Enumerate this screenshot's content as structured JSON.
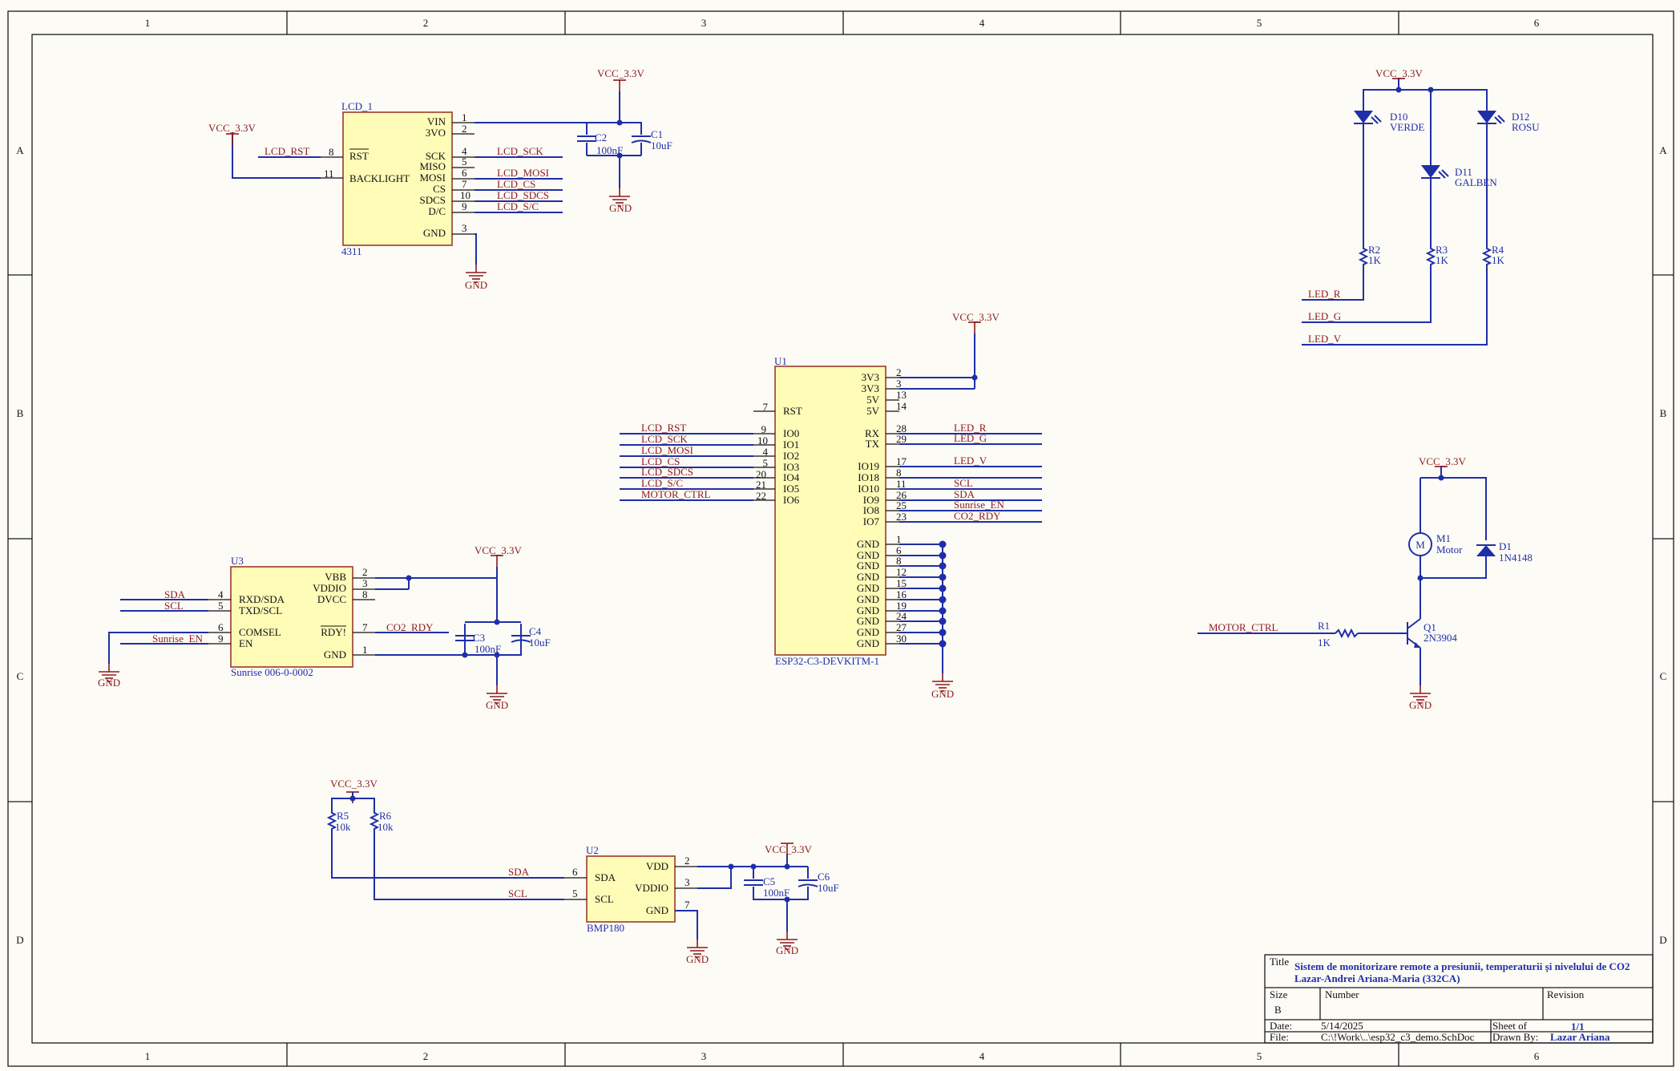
{
  "border": {
    "columns": [
      "1",
      "2",
      "3",
      "4",
      "5",
      "6"
    ],
    "rows": [
      "A",
      "B",
      "C",
      "D"
    ]
  },
  "title_block": {
    "title_label": "Title",
    "title_line1": "Sistem de monitorizare remote a presiunii, temperaturii și nivelului de CO2",
    "title_line2": "Lazar-Andrei Ariana-Maria  (332CA)",
    "size_label": "Size",
    "size_value": "B",
    "number_label": "Number",
    "revision_label": "Revision",
    "date_label": "Date:",
    "date_value": "5/14/2025",
    "sheet_label": "Sheet    of",
    "sheet_value": "1/1",
    "file_label": "File:",
    "file_value": "C:\\!Work\\..\\esp32_c3_demo.SchDoc",
    "drawn_label": "Drawn By:",
    "drawn_value": "Lazar Ariana"
  },
  "lcd": {
    "designator": "LCD_1",
    "part": "4311",
    "pins_left": [
      "RST",
      "BACKLIGHT"
    ],
    "pins_right": [
      "VIN",
      "3VO",
      "SCK",
      "MISO",
      "MOSI",
      "CS",
      "SDCS",
      "D/C",
      "GND"
    ],
    "nums": [
      "1",
      "2",
      "4",
      "5",
      "6",
      "7",
      "10",
      "9",
      "3",
      "8",
      "11"
    ],
    "nets": [
      "LCD_SCK",
      "LCD_MOSI",
      "LCD_CS",
      "LCD_SDCS",
      "LCD_S/C",
      "LCD_RST"
    ]
  },
  "u1": {
    "designator": "U1",
    "part": "ESP32-C3-DEVKITM-1",
    "pins_left": [
      "RST",
      "IO0",
      "IO1",
      "IO2",
      "IO3",
      "IO4",
      "IO5",
      "IO6"
    ],
    "nums_left": [
      "7",
      "9",
      "10",
      "4",
      "5",
      "20",
      "21",
      "22"
    ],
    "nets_left": [
      "LCD_RST",
      "LCD_SCK",
      "LCD_MOSI",
      "LCD_CS",
      "LCD_SDCS",
      "LCD_S/C",
      "MOTOR_CTRL"
    ],
    "pins_right": [
      "3V3",
      "3V3",
      "5V",
      "5V",
      "RX",
      "TX",
      "IO19",
      "IO18",
      "IO10",
      "IO9",
      "IO8",
      "IO7",
      "GND",
      "GND",
      "GND",
      "GND",
      "GND",
      "GND",
      "GND",
      "GND",
      "GND",
      "GND"
    ],
    "nums_right": [
      "2",
      "3",
      "13",
      "14",
      "28",
      "29",
      "17",
      "8",
      "11",
      "26",
      "25",
      "23",
      "1",
      "6",
      "8",
      "12",
      "15",
      "16",
      "19",
      "24",
      "27",
      "30"
    ],
    "nets_right": [
      "LED_R",
      "LED_G",
      "LED_V",
      "SCL",
      "SDA",
      "Sunrise_EN",
      "CO2_RDY"
    ]
  },
  "u3": {
    "designator": "U3",
    "part": "Sunrise 006-0-0002",
    "pins_left": [
      "RXD/SDA",
      "TXD/SCL",
      "COMSEL",
      "EN"
    ],
    "nums_left": [
      "4",
      "5",
      "6",
      "9"
    ],
    "pins_right": [
      "VBB",
      "VDDIO",
      "DVCC",
      "RDY!",
      "GND"
    ],
    "nums_right": [
      "2",
      "3",
      "8",
      "7",
      "1"
    ],
    "nets": [
      "SDA",
      "SCL",
      "Sunrise_EN",
      "CO2_RDY"
    ]
  },
  "u2": {
    "designator": "U2",
    "part": "BMP180",
    "pins_left": [
      "SDA",
      "SCL"
    ],
    "nums_left": [
      "6",
      "5"
    ],
    "pins_right": [
      "VDD",
      "VDDIO",
      "GND"
    ],
    "nums_right": [
      "2",
      "3",
      "7"
    ],
    "nets": [
      "SDA",
      "SCL"
    ]
  },
  "passives": {
    "C1": {
      "ref": "C1",
      "val": "10uF"
    },
    "C2": {
      "ref": "C2",
      "val": "100nF"
    },
    "C3": {
      "ref": "C3",
      "val": "100nF"
    },
    "C4": {
      "ref": "C4",
      "val": "10uF"
    },
    "C5": {
      "ref": "C5",
      "val": "100nF"
    },
    "C6": {
      "ref": "C6",
      "val": "10uF"
    },
    "R1": {
      "ref": "R1",
      "val": "1K"
    },
    "R2": {
      "ref": "R2",
      "val": "1K"
    },
    "R3": {
      "ref": "R3",
      "val": "1K"
    },
    "R4": {
      "ref": "R4",
      "val": "1K"
    },
    "R5": {
      "ref": "R5",
      "val": "10k"
    },
    "R6": {
      "ref": "R6",
      "val": "10k"
    },
    "D10": {
      "ref": "D10",
      "val": "VERDE"
    },
    "D11": {
      "ref": "D11",
      "val": "GALBEN"
    },
    "D12": {
      "ref": "D12",
      "val": "ROSU"
    },
    "D1": {
      "ref": "D1",
      "val": "1N4148"
    },
    "M1": {
      "ref": "M1",
      "val": "Motor",
      "glyph": "M"
    },
    "Q1": {
      "ref": "Q1",
      "val": "2N3904"
    }
  },
  "power": {
    "vcc": "VCC_3.3V",
    "gnd": "GND"
  },
  "led_nets": [
    "LED_R",
    "LED_G",
    "LED_V"
  ],
  "motor_net": "MOTOR_CTRL",
  "i2c_nets": [
    "SDA",
    "SCL"
  ]
}
